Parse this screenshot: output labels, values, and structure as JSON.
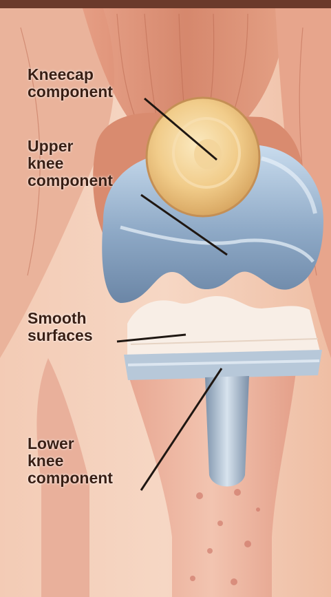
{
  "labels": {
    "kneecap": {
      "lines": [
        "Kneecap",
        "component"
      ]
    },
    "upper": {
      "lines": [
        "Upper",
        "knee",
        "component"
      ]
    },
    "smooth": {
      "lines": [
        "Smooth",
        "surfaces"
      ]
    },
    "lower": {
      "lines": [
        "Lower",
        "knee",
        "component"
      ]
    }
  },
  "colors": {
    "skin_background": "#f4c9b3",
    "muscle": "#d9866a",
    "bone": "#efc2a8",
    "metal_component": "#9fb8d2",
    "kneecap_component": "#f2d08f",
    "plastic_spacer": "#f7ede4",
    "leader_line": "#1f1712"
  }
}
